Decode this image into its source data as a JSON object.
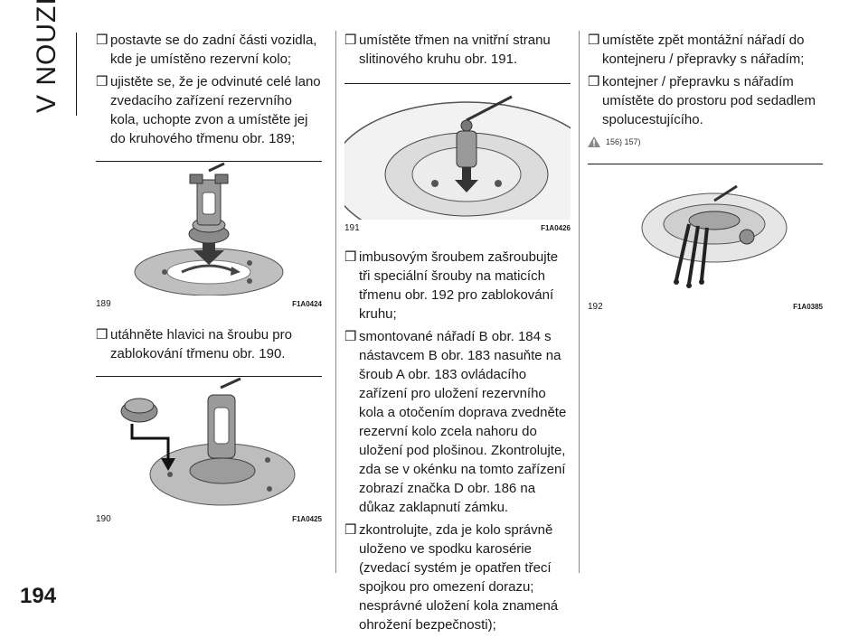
{
  "page": {
    "section_title": "V NOUZI",
    "page_number": "194"
  },
  "columns": {
    "col1": {
      "bullets_top": [
        "postavte se do zadní části vozidla, kde je umístěno rezervní kolo;",
        "ujistěte se, že je odvinuté celé lano zvedacího zařízení rezervního kola, uchopte zvon a umístěte jej do kruhového třmenu obr. 189;"
      ],
      "figure_189": {
        "number": "189",
        "code": "F1A0424"
      },
      "bullets_mid": [
        "utáhněte hlavici na šroubu pro zablokování třmenu obr. 190."
      ],
      "figure_190": {
        "number": "190",
        "code": "F1A0425"
      }
    },
    "col2": {
      "bullets_top": [
        "umístěte třmen na vnitřní stranu slitinového kruhu obr. 191."
      ],
      "figure_191": {
        "number": "191",
        "code": "F1A0426"
      },
      "bullets_bottom": [
        "imbusovým šroubem zašroubujte tři speciální šrouby na maticích třmenu obr. 192 pro zablokování kruhu;",
        "smontované nářadí B obr. 184 s nástavcem B obr. 183 nasuňte na šroub A obr. 183 ovládacího zařízení pro uložení rezervního kola a otočením doprava zvedněte rezervní kolo zcela nahoru do uložení pod plošinou. Zkontrolujte, zda se v okénku na tomto zařízení zobrazí značka D obr. 186 na důkaz zaklapnutí zámku.",
        "zkontrolujte, zda je kolo správně uloženo ve spodku karosérie (zvedací systém je opatřen třecí spojkou pro omezení dorazu; nesprávné uložení kola znamená ohrožení bezpečnosti);"
      ]
    },
    "col3": {
      "bullets_top": [
        "umístěte zpět montážní nářadí do kontejneru / přepravky s nářadím;",
        "kontejner / přepravku s nářadím umístěte do prostoru pod sedadlem spolucestujícího."
      ],
      "warning_refs": "156) 157)",
      "figure_192": {
        "number": "192",
        "code": "F1A0385"
      }
    }
  },
  "bullet_glyph": "❒",
  "icons": {
    "warning": "warning-triangle-icon"
  },
  "colors": {
    "text": "#1a1a1a",
    "rule": "#1a1a1a"
  }
}
